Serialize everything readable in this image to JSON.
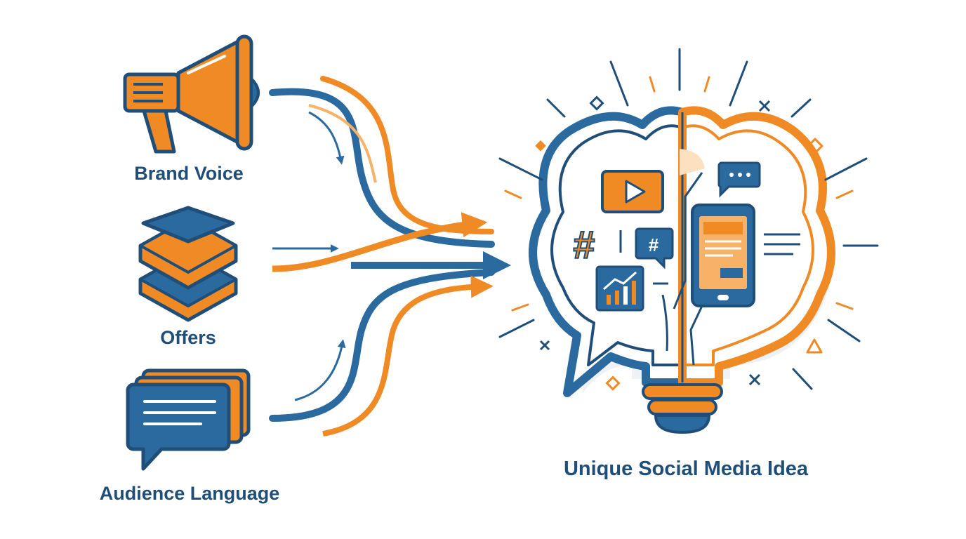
{
  "colors": {
    "blue": "#2b6a9e",
    "navy": "#1f4e79",
    "orange": "#f08a24",
    "light_orange": "#f7b267",
    "background": "#ffffff"
  },
  "inputs": [
    {
      "label": "Brand Voice",
      "icon": "megaphone-icon"
    },
    {
      "label": "Offers",
      "icon": "stacked-layers-icon"
    },
    {
      "label": "Audience Language",
      "icon": "chat-bubbles-icon"
    }
  ],
  "output": {
    "label": "Unique Social Media Idea",
    "icon": "lightbulb-icon",
    "inner_icons": [
      "video-play-icon",
      "hashtag-icon",
      "hashtag-bubble-icon",
      "growth-chart-icon",
      "smartphone-icon",
      "chat-dots-icon"
    ]
  }
}
